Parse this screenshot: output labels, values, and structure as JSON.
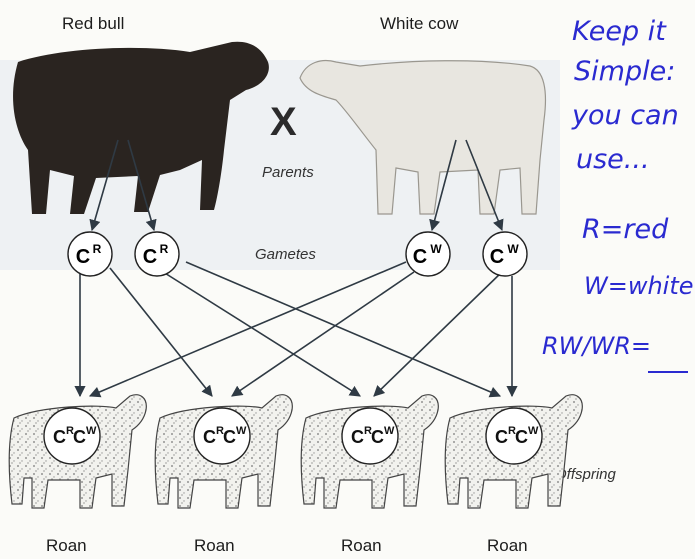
{
  "parents": {
    "left": "Red bull",
    "right": "White cow",
    "cross": "X",
    "row_label": "Parents"
  },
  "gametes": {
    "row_label": "Gametes",
    "items": [
      {
        "base": "C",
        "sup": "R"
      },
      {
        "base": "C",
        "sup": "R"
      },
      {
        "base": "C",
        "sup": "W"
      },
      {
        "base": "C",
        "sup": "W"
      }
    ]
  },
  "offspring": {
    "row_label": "Offspring",
    "genotype": {
      "b1": "C",
      "s1": "R",
      "b2": "C",
      "s2": "W"
    },
    "phenotypes": [
      "Roan",
      "Roan",
      "Roan",
      "Roan"
    ]
  },
  "note": {
    "lines": [
      "Keep it",
      "Simple:",
      "you can",
      "use...",
      "R=red",
      "W=white",
      "RW/WR="
    ]
  },
  "colors": {
    "bull": "#2a2420",
    "cow": "#e8e6e0",
    "ink": "#2a2ad0",
    "arrow": "#2f3a44"
  }
}
